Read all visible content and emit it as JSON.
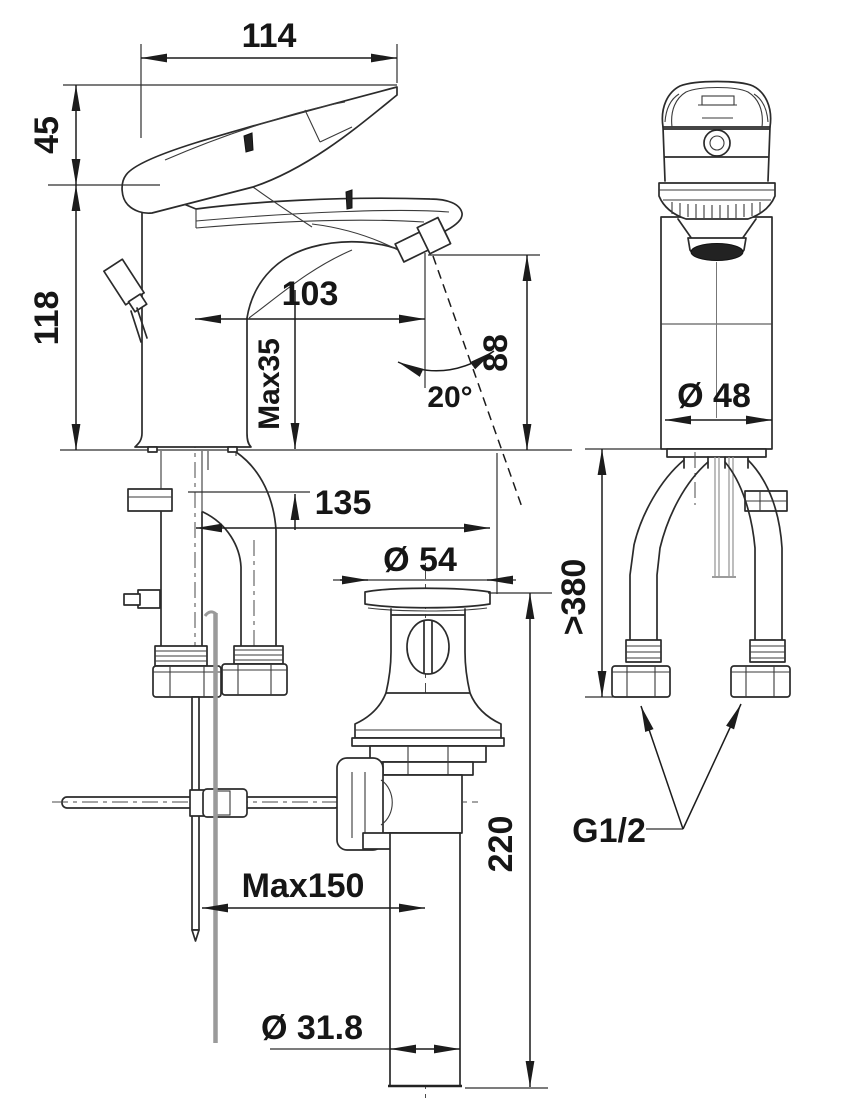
{
  "colors": {
    "ink": "#2b2b2b",
    "text": "#161616",
    "rod_gray": "#9a9a9a",
    "background": "#ffffff"
  },
  "dimensions": {
    "handle_width": "114",
    "handle_height": "45",
    "body_height": "118",
    "spout_reach": "103",
    "max_mount_thickness": "Max35",
    "spout_outlet_height": "88",
    "spray_angle": "20°",
    "total_reach": "135",
    "drain_flange_diameter": "Ø 54",
    "body_diameter": "Ø 48",
    "hose_min_length": ">380",
    "connection_thread": "G1/2",
    "drain_pipe_length": "220",
    "rod_max_reach": "Max150",
    "tailpipe_diameter": "Ø 31.8"
  }
}
